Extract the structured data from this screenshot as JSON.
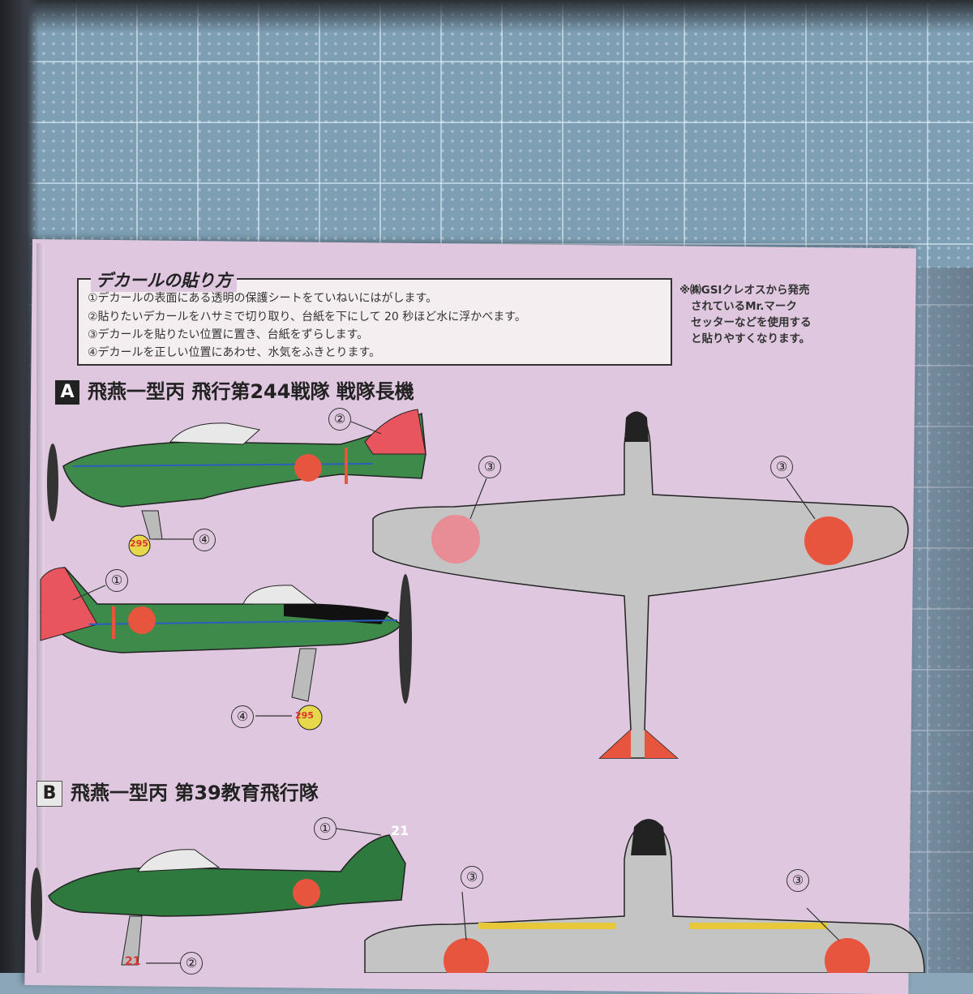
{
  "decal_instructions": {
    "title": "デカールの貼り方",
    "steps": [
      "①デカールの表面にある透明の保護シートをていねいにはがします。",
      "②貼りたいデカールをハサミで切り取り、台紙を下にして 20 秒ほど水に浮かべます。",
      "③デカールを貼りたい位置に置き、台紙をずらします。",
      "④デカールを正しい位置にあわせ、水気をふきとります。"
    ]
  },
  "note": {
    "lines": [
      "※㈱GSIクレオスから発売",
      "されているMr.マーク",
      "セッターなどを使用する",
      "と貼りやすくなります。"
    ]
  },
  "section_a": {
    "badge": "A",
    "title": "飛燕一型丙  飛行第244戦隊  戦隊長機"
  },
  "section_b": {
    "badge": "B",
    "title": "飛燕一型丙  第39教育飛行隊"
  },
  "callouts": {
    "c1": "①",
    "c2": "②",
    "c3": "③",
    "c4": "④"
  },
  "aircraft_numbers": {
    "a_wheel": "295",
    "b_tail": "21",
    "b_wheel": "21"
  },
  "colors": {
    "sheet": "#dfc8df",
    "hinomaru": "#e8553f",
    "camo_green": "#2e7a3e",
    "gray": "#b9b9b9"
  }
}
